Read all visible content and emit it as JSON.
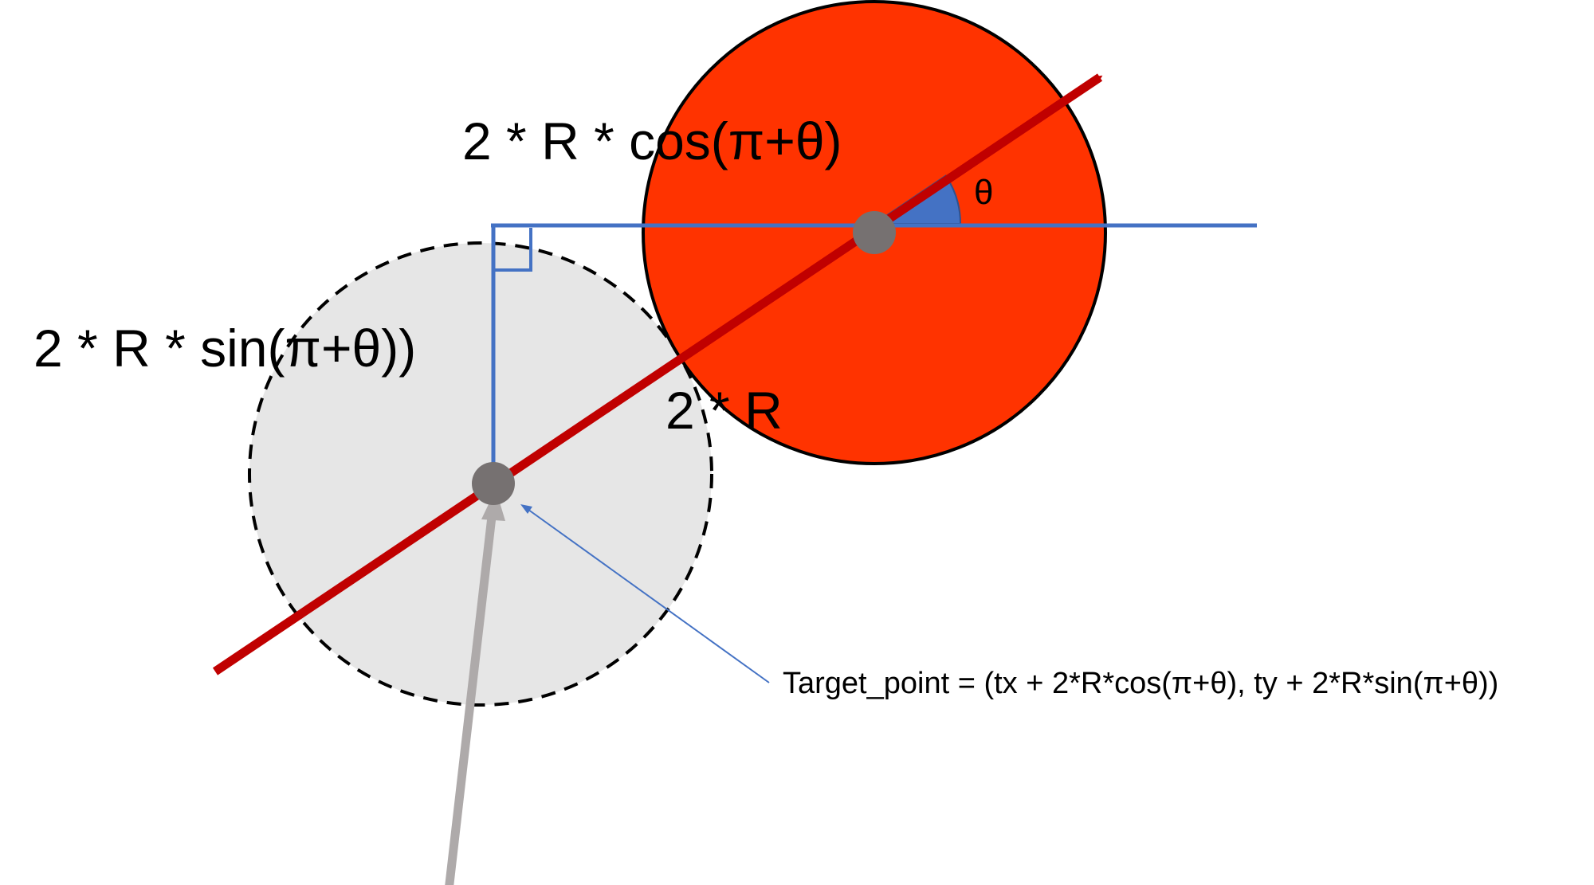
{
  "labels": {
    "cos_term": "2 * R * cos(π+θ)",
    "sin_term": "2 * R * sin(π+θ))",
    "distance": "2 * R",
    "theta": "θ",
    "target_formula": "Target_point = (tx + 2*R*cos(π+θ), ty + 2*R*sin(π+θ))"
  },
  "colors": {
    "target_circle_fill": "#ff3300",
    "ghost_circle_fill": "#e6e6e6",
    "direction_arrow": "#c00000",
    "axis_lines": "#4472c4",
    "angle_wedge": "#4472c4",
    "center_dot": "#767171",
    "approach_arrow": "#aeaaaa"
  }
}
